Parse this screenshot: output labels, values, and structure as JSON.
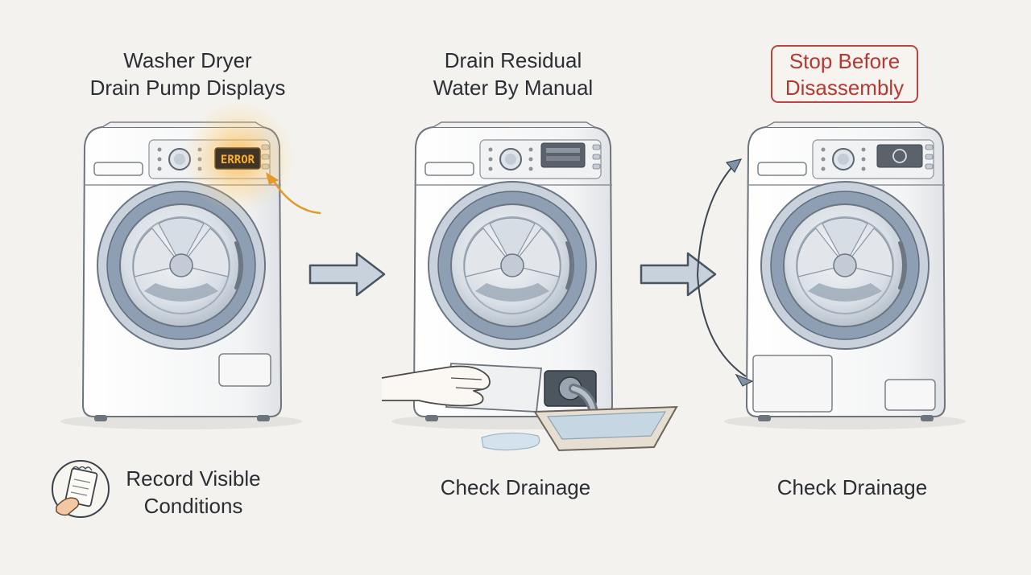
{
  "steps": [
    {
      "title_line1": "Washer Dryer",
      "title_line2": "Drain Pump Displays",
      "display_text": "ERROR",
      "caption_line1": "Record Visible",
      "caption_line2": "Conditions",
      "caption_icon": "notepad-hand-icon"
    },
    {
      "title_line1": "Drain Residual",
      "title_line2": "Water By Manual",
      "caption": "Check Drainage"
    },
    {
      "warning_line1": "Stop Before",
      "warning_line2": "Disassembly",
      "caption": "Check Drainage"
    }
  ],
  "colors": {
    "background": "#f3f2ee",
    "text": "#2b2e33",
    "warning": "#b23a34",
    "error_glow": "#f2a531",
    "arrow_fill": "#c7d2dd",
    "arrow_stroke": "#4a5562",
    "door_ring": "#8e9fb3"
  }
}
